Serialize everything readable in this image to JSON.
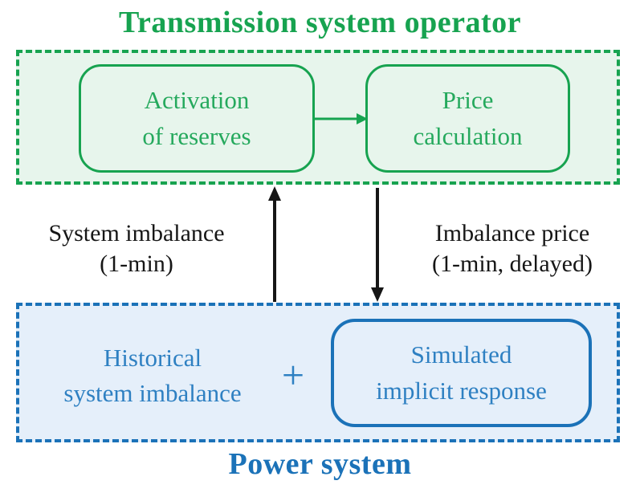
{
  "colors": {
    "green": "#17a350",
    "green_fill": "#e7f5ec",
    "green_text": "#25a95d",
    "blue": "#1b72b8",
    "blue_fill": "#e5effa",
    "blue_text": "#2e80c2",
    "black": "#161616"
  },
  "tso": {
    "title": "Transmission system operator",
    "boxes": [
      {
        "line1": "Activation",
        "line2": "of reserves"
      },
      {
        "line1": "Price",
        "line2": "calculation"
      }
    ]
  },
  "signals": {
    "up": {
      "line1": "System imbalance",
      "line2": "(1-min)"
    },
    "down": {
      "line1": "Imbalance price",
      "line2": "(1-min, delayed)"
    }
  },
  "power": {
    "title": "Power system",
    "historical": {
      "line1": "Historical",
      "line2": "system imbalance"
    },
    "plus": "+",
    "simulated": {
      "line1": "Simulated",
      "line2": "implicit response"
    }
  },
  "icons": {
    "flow_arrow": "right-arrow-icon",
    "up_arrow": "up-arrow-icon",
    "down_arrow": "down-arrow-icon"
  }
}
